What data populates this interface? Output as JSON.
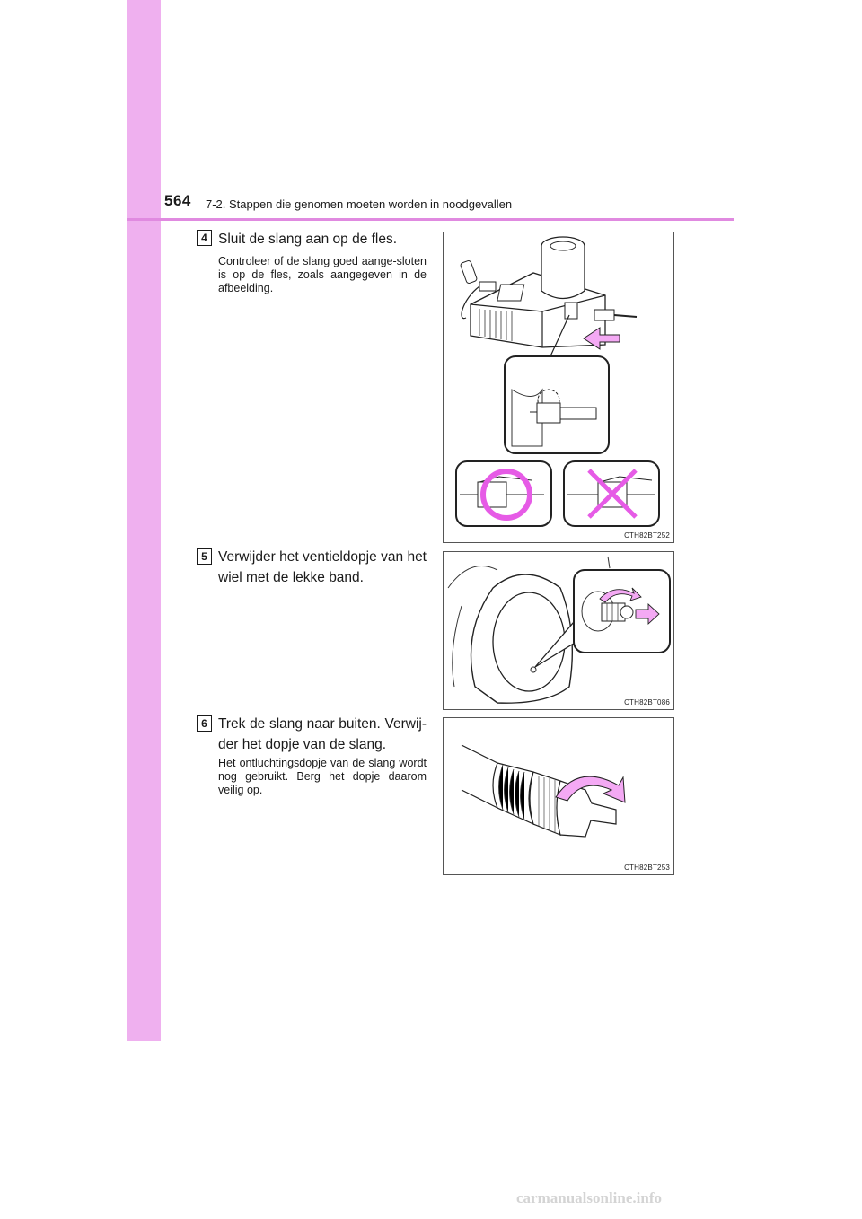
{
  "header": {
    "page_number": "564",
    "section": "7-2. Stappen die genomen moeten worden in noodgevallen"
  },
  "steps": [
    {
      "badge": "4",
      "text": "Sluit de slang aan op de fles.",
      "note": "Controleer of de slang goed aange-sloten is op de fles, zoals aangegeven in de afbeelding.",
      "figure_code": "CTH82BT252"
    },
    {
      "badge": "5",
      "text": "Verwijder het ventieldopje van het wiel met de lekke band.",
      "figure_code": "CTH82BT086"
    },
    {
      "badge": "6",
      "text": "Trek de slang naar buiten. Verwij-der het dopje van de slang.",
      "note": "Het ontluchtingsdopje van de slang wordt nog gebruikt. Berg het dopje daarom veilig op.",
      "figure_code": "CTH82BT253"
    }
  ],
  "watermark": "carmanualsonline.info",
  "colors": {
    "tab": "#efb0ef",
    "rule": "#e08ae0",
    "arrow_fill": "#f4a9f4",
    "mark": "#e65be6"
  }
}
